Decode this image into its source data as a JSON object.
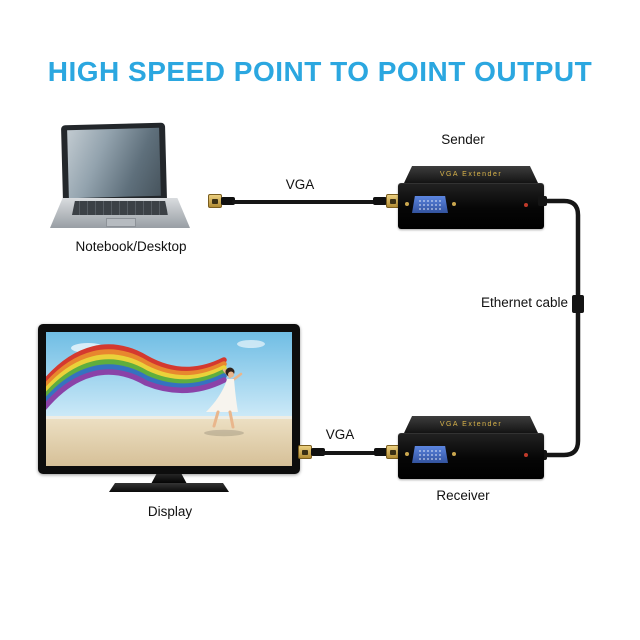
{
  "title": "HIGH SPEED POINT TO POINT OUTPUT",
  "diagram": {
    "notebook_label": "Notebook/Desktop",
    "vga_label_top": "VGA",
    "sender_label": "Sender",
    "ethernet_label": "Ethernet cable",
    "vga_label_bottom": "VGA",
    "receiver_label": "Receiver",
    "display_label": "Display",
    "sender_device_text": "VGA Extender",
    "receiver_device_text": "VGA Extender"
  },
  "colors": {
    "title": "#2BA7E0",
    "cable": "#161616",
    "vga_port_blue": "#33539e",
    "connector_gold": "#c8a23c",
    "device_body": "#060606"
  }
}
